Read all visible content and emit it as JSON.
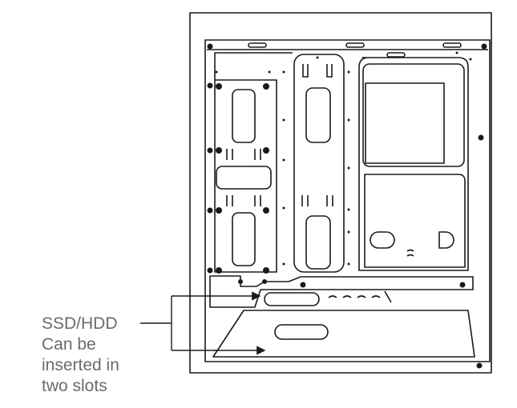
{
  "callout": {
    "lines": [
      "SSD/HDD",
      "Can be",
      "inserted in",
      "two slots"
    ]
  },
  "colors": {
    "stroke": "#1a1a1a",
    "text": "#6b6b6b",
    "background": "#ffffff"
  }
}
